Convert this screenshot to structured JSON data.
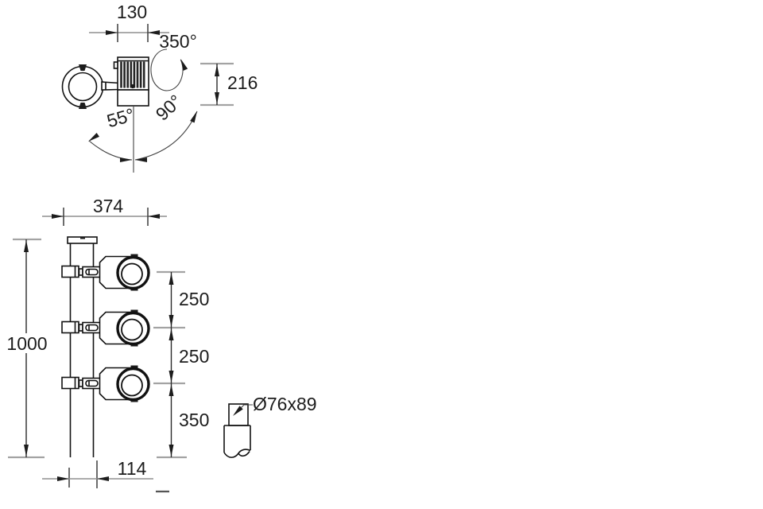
{
  "page": {
    "background": "#ffffff"
  },
  "colors": {
    "object_line": "#111111",
    "dimension_line": "#8f8f8f",
    "extension_tick": "#a3a3a3",
    "text": "#1c1c1c",
    "background": "#ffffff"
  },
  "side_view": {
    "dims": {
      "width": "130",
      "rotation": "350°",
      "height": "216",
      "tilt_min": "55°",
      "tilt_max": "90°"
    }
  },
  "pole_view": {
    "dims": {
      "overall_width": "374",
      "overall_height": "1000",
      "spacing_1": "250",
      "spacing_2": "250",
      "spacing_3": "350",
      "base_offset": "114"
    }
  },
  "mount_detail": {
    "dims": {
      "tube_size": "Ø76x89"
    }
  }
}
